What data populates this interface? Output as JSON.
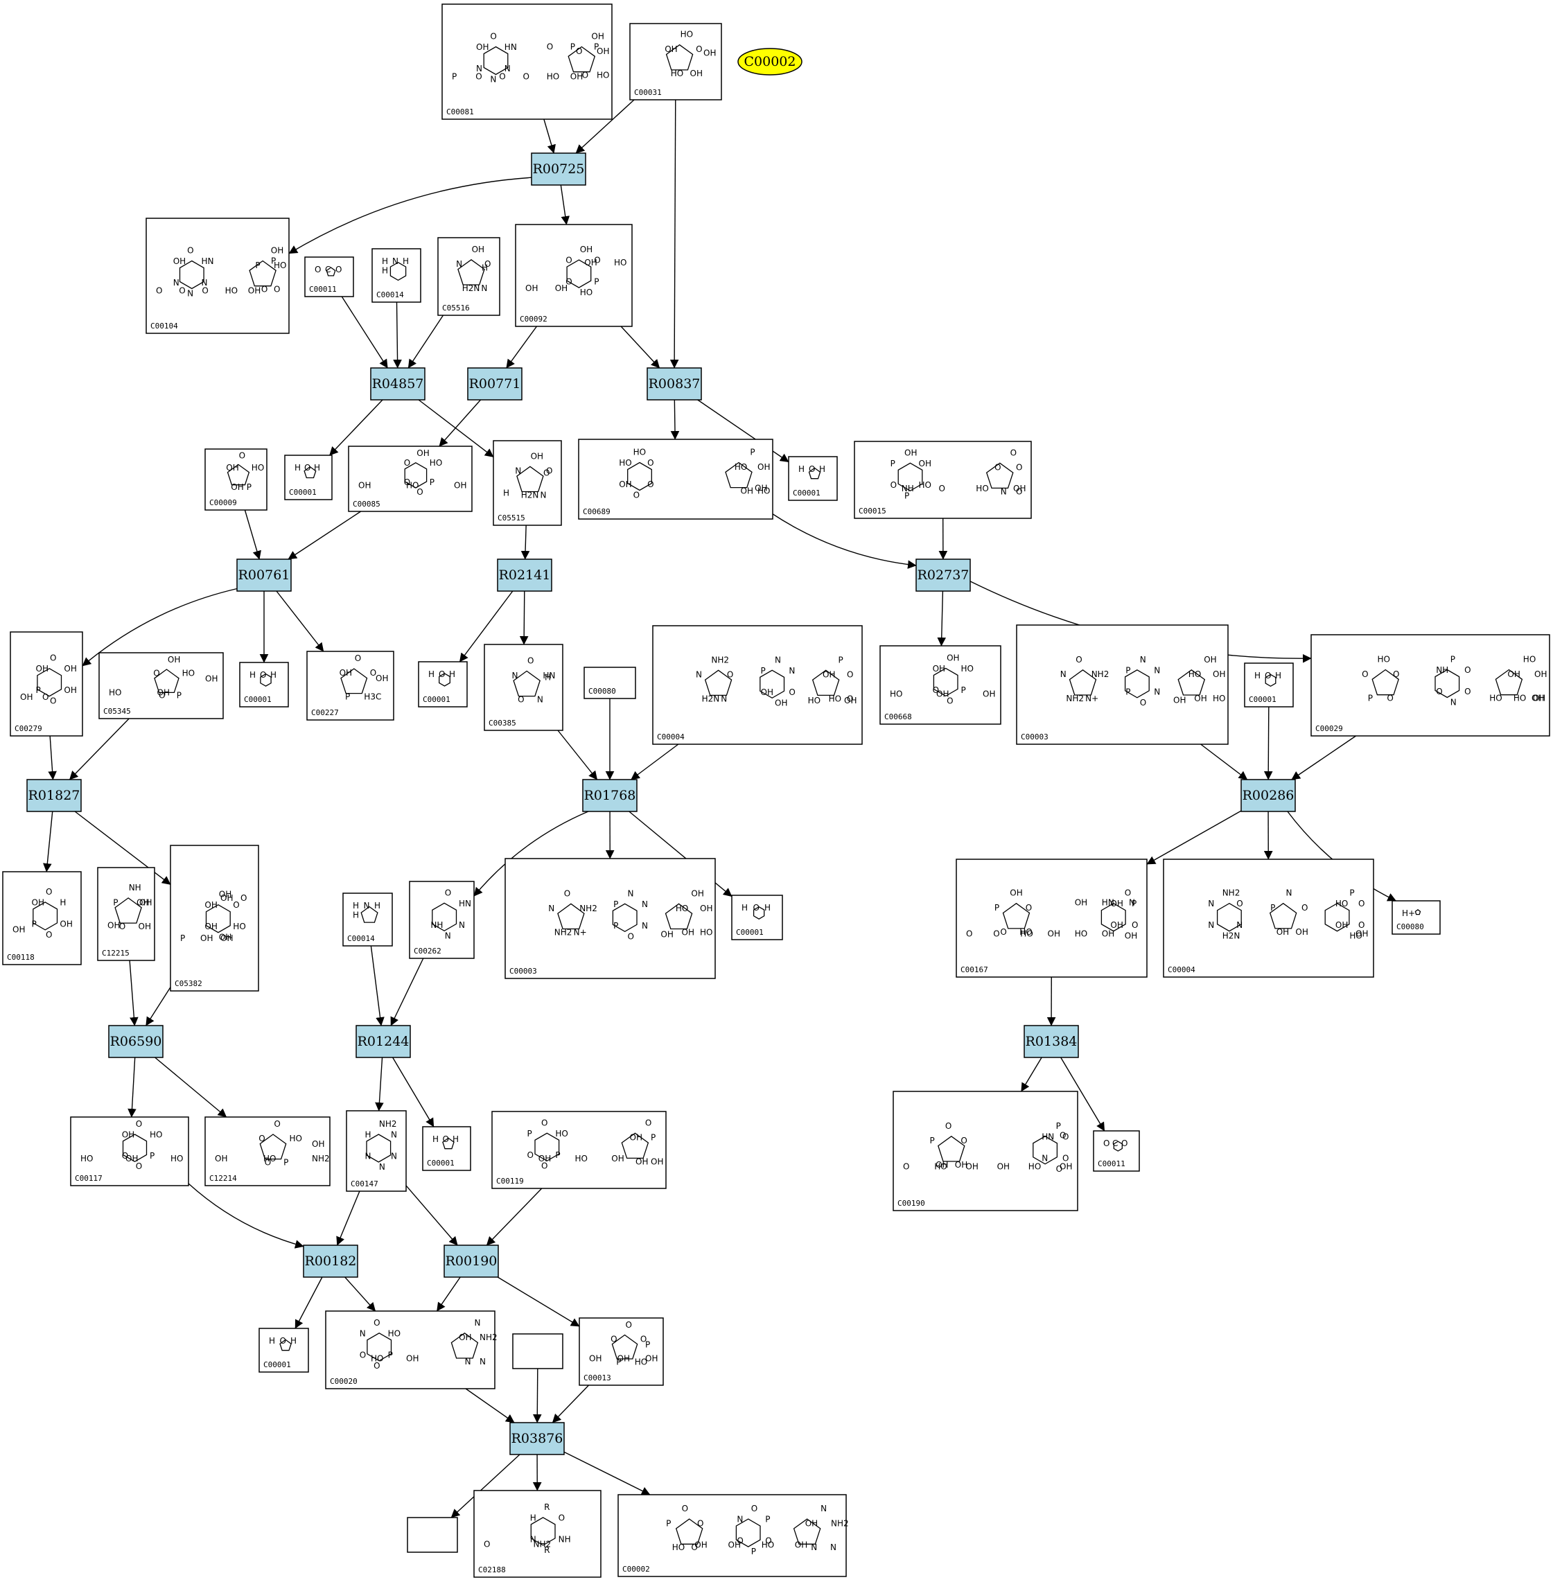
{
  "highlight": {
    "id": "C00002",
    "fill": "#ffff00"
  },
  "colors": {
    "reaction_fill": "#add8e6",
    "compound_fill": "#ffffff",
    "edge": "#000000"
  },
  "reactions": [
    "R00725",
    "R04857",
    "R00771",
    "R00837",
    "R00761",
    "R02141",
    "R02737",
    "R01827",
    "R01768",
    "R00286",
    "R06590",
    "R01244",
    "R01384",
    "R00182",
    "R00190",
    "R03876"
  ],
  "compounds": [
    {
      "id": "C00081",
      "atoms": [
        "O",
        "HN",
        "N",
        "N",
        "N",
        "OH",
        "OH",
        "OH",
        "HO",
        "O",
        "O",
        "O",
        "P",
        "P",
        "P",
        "O",
        "O",
        "O",
        "HO",
        "OH"
      ]
    },
    {
      "id": "C00031",
      "atoms": [
        "HO",
        "O",
        "OH",
        "HO",
        "OH",
        "OH"
      ]
    },
    {
      "id": "C00104",
      "atoms": [
        "O",
        "HN",
        "N",
        "N",
        "N",
        "OH",
        "OH",
        "HO",
        "O",
        "O",
        "P",
        "P",
        "O",
        "O",
        "O",
        "HO",
        "OH"
      ]
    },
    {
      "id": "C00011",
      "atoms": [
        "O",
        "C",
        "O"
      ]
    },
    {
      "id": "C00014",
      "atoms": [
        "H",
        "N",
        "H",
        "H"
      ]
    },
    {
      "id": "C05516",
      "atoms": [
        "OH",
        "O",
        "N",
        "H2N",
        "N",
        "H"
      ]
    },
    {
      "id": "C00092",
      "atoms": [
        "OH",
        "O",
        "P",
        "HO",
        "O",
        "O",
        "OH",
        "HO",
        "OH",
        "OH"
      ]
    },
    {
      "id": "C00001",
      "atoms": [
        "H",
        "O",
        "H"
      ]
    },
    {
      "id": "C00085",
      "atoms": [
        "OH",
        "HO",
        "P",
        "O",
        "O",
        "O",
        "OH",
        "HO",
        "OH"
      ]
    },
    {
      "id": "C05515",
      "atoms": [
        "OH",
        "O",
        "N",
        "H2N",
        "N",
        "O",
        "H"
      ]
    },
    {
      "id": "C00689",
      "atoms": [
        "HO",
        "O",
        "O",
        "O",
        "OH",
        "HO",
        "P",
        "OH",
        "HO",
        "OH",
        "HO",
        "OH"
      ]
    },
    {
      "id": "C00015",
      "atoms": [
        "OH",
        "OH",
        "HO",
        "P",
        "O",
        "P",
        "O",
        "O",
        "O",
        "N",
        "O",
        "NH",
        "O",
        "HO",
        "OH"
      ]
    },
    {
      "id": "C00009",
      "atoms": [
        "O",
        "HO",
        "P",
        "OH",
        "OH"
      ]
    },
    {
      "id": "C00279",
      "atoms": [
        "O",
        "OH",
        "OH",
        "O",
        "P",
        "OH",
        "OH",
        "O"
      ]
    },
    {
      "id": "C05345",
      "atoms": [
        "OH",
        "HO",
        "P",
        "O",
        "O",
        "OH",
        "HO",
        "OH"
      ]
    },
    {
      "id": "C00227",
      "atoms": [
        "O",
        "O",
        "H3C",
        "P",
        "OH",
        "OH"
      ]
    },
    {
      "id": "C00385",
      "atoms": [
        "O",
        "HN",
        "N",
        "O",
        "N",
        "H"
      ]
    },
    {
      "id": "C00080",
      "atoms": [
        "H+"
      ]
    },
    {
      "id": "C00004",
      "atoms": [
        "NH2",
        "O",
        "N",
        "H2N",
        "N",
        "N",
        "N",
        "O",
        "OH",
        "OH",
        "P",
        "P",
        "O",
        "O",
        "HO",
        "OH",
        "HO",
        "OH"
      ]
    },
    {
      "id": "C00668",
      "atoms": [
        "OH",
        "HO",
        "P",
        "O",
        "O",
        "OH",
        "HO",
        "OH",
        "OH"
      ]
    },
    {
      "id": "C00003",
      "atoms": [
        "O",
        "NH2",
        "N+",
        "NH2",
        "N",
        "N",
        "N",
        "N",
        "O",
        "P",
        "P",
        "OH",
        "OH",
        "HO",
        "OH",
        "HO",
        "OH"
      ]
    },
    {
      "id": "C00029",
      "atoms": [
        "HO",
        "O",
        "O",
        "P",
        "O",
        "P",
        "O",
        "O",
        "N",
        "O",
        "NH",
        "HO",
        "OH",
        "OH",
        "HO",
        "OH",
        "HO",
        "OH"
      ]
    },
    {
      "id": "C00118",
      "atoms": [
        "O",
        "H",
        "OH",
        "O",
        "P",
        "OH",
        "OH"
      ]
    },
    {
      "id": "C12215",
      "atoms": [
        "NH",
        "OH",
        "OH",
        "O",
        "P",
        "OH",
        "OH"
      ]
    },
    {
      "id": "C05382",
      "atoms": [
        "OH",
        "O",
        "HO",
        "OH",
        "OH",
        "OH",
        "OH",
        "O",
        "P",
        "OH",
        "OH"
      ]
    },
    {
      "id": "C00262",
      "atoms": [
        "O",
        "HN",
        "N",
        "N",
        "NH"
      ]
    },
    {
      "id": "C00167",
      "atoms": [
        "OH",
        "O",
        "HO",
        "O",
        "P",
        "O",
        "P",
        "O",
        "OH",
        "OH",
        "OH",
        "OH",
        "HN",
        "N",
        "O",
        "O",
        "HO",
        "OH",
        "HO",
        "OH"
      ]
    },
    {
      "id": "C00117",
      "atoms": [
        "O",
        "HO",
        "P",
        "O",
        "O",
        "OH",
        "HO",
        "OH",
        "HO"
      ]
    },
    {
      "id": "C12214",
      "atoms": [
        "O",
        "HO",
        "P",
        "O",
        "O",
        "OH",
        "OH",
        "HO",
        "NH2"
      ]
    },
    {
      "id": "C00147",
      "atoms": [
        "NH2",
        "N",
        "N",
        "N",
        "N",
        "H"
      ]
    },
    {
      "id": "C00119",
      "atoms": [
        "O",
        "HO",
        "P",
        "O",
        "O",
        "P",
        "O",
        "P",
        "OH",
        "OH",
        "OH",
        "OH",
        "HO",
        "OH"
      ]
    },
    {
      "id": "C00190",
      "atoms": [
        "O",
        "O",
        "OH",
        "OH",
        "P",
        "P",
        "O",
        "O",
        "O",
        "N",
        "HN",
        "O",
        "O",
        "HO",
        "OH",
        "OH",
        "HO",
        "OH"
      ]
    },
    {
      "id": "C00020",
      "atoms": [
        "O",
        "HO",
        "P",
        "O",
        "O",
        "N",
        "N",
        "NH2",
        "N",
        "N",
        "OH",
        "HO",
        "OH"
      ]
    },
    {
      "id": "C00013",
      "atoms": [
        "O",
        "O",
        "HO",
        "P",
        "O",
        "P",
        "OH",
        "OH",
        "OH"
      ]
    },
    {
      "id": "C02188",
      "atoms": [
        "R",
        "O",
        "NH",
        "R",
        "N",
        "H",
        "O",
        "NH2"
      ]
    },
    {
      "id": "C00002",
      "atoms": [
        "O",
        "O",
        "O",
        "HO",
        "P",
        "O",
        "P",
        "O",
        "P",
        "O",
        "N",
        "N",
        "NH2",
        "N",
        "N",
        "OH",
        "OH",
        "OH",
        "HO",
        "OH"
      ]
    }
  ],
  "edges": [
    [
      "C00081",
      "R00725"
    ],
    [
      "C00031",
      "R00725"
    ],
    [
      "R00725",
      "C00104"
    ],
    [
      "R00725",
      "C00092"
    ],
    [
      "C00031",
      "R00837"
    ],
    [
      "C00011",
      "R04857"
    ],
    [
      "C00014",
      "R04857"
    ],
    [
      "C05516",
      "R04857"
    ],
    [
      "R04857",
      "C00001"
    ],
    [
      "R04857",
      "C05515"
    ],
    [
      "C00092",
      "R00771"
    ],
    [
      "R00771",
      "C00085"
    ],
    [
      "C00092",
      "R00837"
    ],
    [
      "R00837",
      "C00689"
    ],
    [
      "R00837",
      "C00001"
    ],
    [
      "C00009",
      "R00761"
    ],
    [
      "C00085",
      "R00761"
    ],
    [
      "R00761",
      "C00279"
    ],
    [
      "R00761",
      "C00001"
    ],
    [
      "R00761",
      "C00227"
    ],
    [
      "C05515",
      "R02141"
    ],
    [
      "R02141",
      "C00001"
    ],
    [
      "R02141",
      "C00385"
    ],
    [
      "C00689",
      "R02737"
    ],
    [
      "C00015",
      "R02737"
    ],
    [
      "R02737",
      "C00668"
    ],
    [
      "R02737",
      "C00029"
    ],
    [
      "C00279",
      "R01827"
    ],
    [
      "C05345",
      "R01827"
    ],
    [
      "R01827",
      "C00118"
    ],
    [
      "R01827",
      "C05382"
    ],
    [
      "C00385",
      "R01768"
    ],
    [
      "C00080",
      "R01768"
    ],
    [
      "C00004",
      "R01768"
    ],
    [
      "R01768",
      "C00262"
    ],
    [
      "R01768",
      "C00003"
    ],
    [
      "R01768",
      "C00001"
    ],
    [
      "C00003",
      "R00286"
    ],
    [
      "C00001",
      "R00286"
    ],
    [
      "C00029",
      "R00286"
    ],
    [
      "R00286",
      "C00167"
    ],
    [
      "R00286",
      "C00004"
    ],
    [
      "R00286",
      "C00080"
    ],
    [
      "C12215",
      "R06590"
    ],
    [
      "C05382",
      "R06590"
    ],
    [
      "R06590",
      "C00117"
    ],
    [
      "R06590",
      "C12214"
    ],
    [
      "C00014",
      "R01244"
    ],
    [
      "C00262",
      "R01244"
    ],
    [
      "R01244",
      "C00147"
    ],
    [
      "R01244",
      "C00001"
    ],
    [
      "C00167",
      "R01384"
    ],
    [
      "R01384",
      "C00190"
    ],
    [
      "R01384",
      "C00011"
    ],
    [
      "C00117",
      "R00182"
    ],
    [
      "C00147",
      "R00182"
    ],
    [
      "C00147",
      "R00190"
    ],
    [
      "C00119",
      "R00190"
    ],
    [
      "R00182",
      "C00001"
    ],
    [
      "R00182",
      "C00020"
    ],
    [
      "R00190",
      "C00020"
    ],
    [
      "R00190",
      "C00013"
    ],
    [
      "C00020",
      "R03876"
    ],
    [
      "R03876",
      "C00002"
    ],
    [
      "C00013",
      "R03876"
    ],
    [
      "R03876",
      "C02188"
    ]
  ]
}
